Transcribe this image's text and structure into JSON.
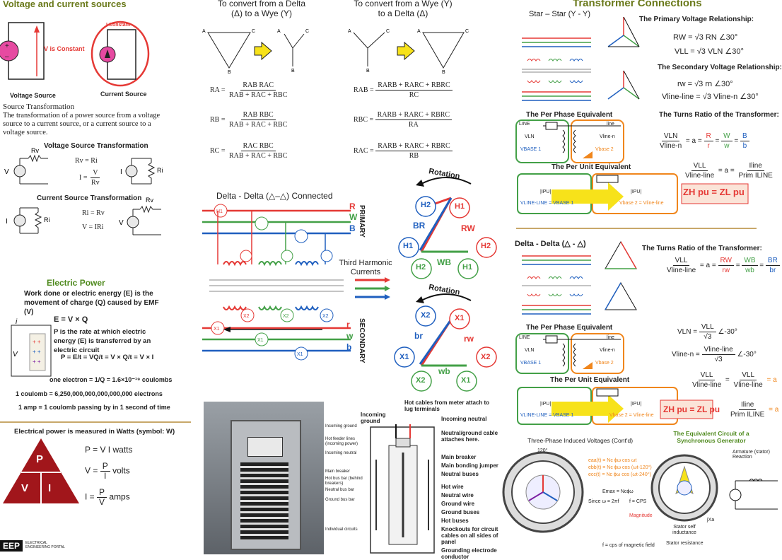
{
  "col1": {
    "title": "Voltage and current sources",
    "v_const": "V is Constant",
    "i_const": "I Constant",
    "vs_label": "Voltage Source",
    "cs_label": "Current Source",
    "st_title": "Source Transformation",
    "st_text": "The transformation of a power source from a voltage source to a current source, or a current source to a voltage source.",
    "vst_title": "Voltage Source Transformation",
    "vst_eq1": "Rv = Ri",
    "vst_eq2a": "I =",
    "vst_eq2n": "V",
    "vst_eq2d": "Rv",
    "cst_title": "Current Source Transformation",
    "cst_eq1": "Ri = Rv",
    "cst_eq2": "V = IRi",
    "ep_title": "Electric Power",
    "ep_text": "Work done or electric energy (E) is the movement of charge (Q) caused by EMF (V)",
    "ep_eq1": "E = V × Q",
    "ep_text2": "P is the rate at which electric energy (E) is transferred by an electric circuit",
    "ep_eq2": "P = E/t = VQ/t = V × Q/t = V × I",
    "electron": "one electron = 1/Q = 1.6×10⁻¹⁹ coulombs",
    "coulomb": "1 coulomb = 6,250,000,000,000,000,000 electrons",
    "amp": "1 amp = 1 coulomb passing by in 1 second of time",
    "watts_text": "Electrical power is measured in Watts (symbol: W)",
    "p_eq": "P = V I watts",
    "v_eq": "V =",
    "v_eq_n": "P",
    "v_eq_d": "I",
    "v_unit": "volts",
    "i_eq": "I =",
    "i_eq_n": "P",
    "i_eq_d": "V",
    "i_unit": "amps",
    "tri_p": "P",
    "tri_v": "V",
    "tri_i": "I",
    "logo": "EEP",
    "logo_sub": "ELECTRICAL ENGINEERING PORTAL"
  },
  "col2": {
    "dw_title": "To convert from a Delta (Δ) to a Wye (Y)",
    "wd_title": "To convert from a Wye (Y) to a Delta (Δ)",
    "ra_lhs": "RA =",
    "ra_n": "RAB RAC",
    "ra_d": "RAB + RAC + RBC",
    "rb_lhs": "RB =",
    "rb_n": "RAB RBC",
    "rb_d": "RAB + RAC + RBC",
    "rc_lhs": "RC =",
    "rc_n": "RAC RBC",
    "rc_d": "RAB + RAC + RBC",
    "rab_lhs": "RAB =",
    "rab_n": "RARB + RARC + RBRC",
    "rab_d": "RC",
    "rbc_lhs": "RBC =",
    "rbc_n": "RARB + RARC + RBRC",
    "rbc_d": "RA",
    "rac_lhs": "RAC =",
    "rac_n": "RARB + RARC + RBRC",
    "rac_d": "RB",
    "dd_title": "Delta - Delta (△–△) Connected",
    "primary": "PRIMARY",
    "secondary": "SECONDARY",
    "third_harmonic": "Third Harmonic Currents",
    "rotation": "Rotation",
    "phase_r": "R",
    "phase_w": "W",
    "phase_b": "B",
    "phase_r2": "r",
    "phase_w2": "w",
    "phase_b2": "b",
    "h1": "H1",
    "h2": "H2",
    "x1": "X1",
    "x2": "X2",
    "br": "BR",
    "rw": "RW",
    "wb": "WB",
    "br2": "br",
    "rw2": "rw",
    "wb2": "wb",
    "panel_labels": [
      "Incoming ground",
      "Hot feeder lines (incoming power)",
      "Incoming neutral",
      "Main breaker",
      "Hot bus bar (behind breakers)",
      "Neutral bus bar",
      "Ground bus bar",
      "Individual circuits"
    ],
    "p2_top": "Hot cables from meter attach to lug terminals",
    "p2_ground": "Incoming ground",
    "p2_labels": [
      "Incoming neutral",
      "Neutral/ground cable attaches here.",
      "Main breaker",
      "Main bonding jumper",
      "Neutral buses",
      "Hot wire",
      "Neutral wire",
      "Ground wire",
      "Ground buses",
      "Hot buses",
      "Knockouts for circuit cables on all sides of panel",
      "Grounding electrode conductor"
    ]
  },
  "col3": {
    "title": "Transformer Connections",
    "star_star": "Star – Star (Y - Y)",
    "pv_rel": "The Primary Voltage Relationship:",
    "pv_eq1": "RW = √3 RN ∠30°",
    "pv_eq2": "VLL = √3 VLN ∠30°",
    "sv_rel": "The Secondary Voltage Relationship:",
    "sv_eq1": "rw = √3 rn ∠30°",
    "sv_eq2": "Vline-line = √3 Vline-n ∠30°",
    "ppe": "The Per Phase Equivalent",
    "turns": "The Turns Ratio of the Transformer:",
    "pue": "The Per Unit Equivalent",
    "line": "LINE",
    "line2": "line",
    "vln": "VLN",
    "vlinen": "Vline-n",
    "vbase1": "VBASE 1",
    "vbase2": "Vbase 2",
    "ipu": "|IPU|",
    "vlinel": "VLINE-LINE = VBASE 1",
    "vbase2eq": "Vbase 2 = Vline-line",
    "zhpu": "ZH pu = ZL pu",
    "tr_a": "= a =",
    "tr_r": "R",
    "tr_rs": "r",
    "tr_w": "W",
    "tr_ws": "w",
    "tr_b": "B",
    "tr_bs": "b",
    "tr2_eq": "= a =",
    "iline": "Iline",
    "primline": "Prim ILINE",
    "vll": "VLL",
    "vlinen2": "Vline-n",
    "vlineline": "Vline-line",
    "dd": "Delta - Delta (△ - △)",
    "dd_tr": "The Turns Ratio of the Transformer:",
    "dd_rw": "RW",
    "dd_rw2": "rw",
    "dd_wb": "WB",
    "dd_wb2": "wb",
    "dd_br": "BR",
    "dd_br2": "br",
    "ppe2": "The Per Phase Equivalent",
    "vln_eq": "VLN =",
    "vln_eq_n": "VLL",
    "vln_eq_d": "√3",
    "ang": "∠-30°",
    "vlinen_eq": "Vline-n =",
    "vlinen_eq_n": "Vline-line",
    "pue2": "The Per Unit Equivalent",
    "eq_a": "= a",
    "three_phase": "Three-Phase Induced Voltages (Cont'd)",
    "eq_circuit": "The Equivalent Circuit of a Synchronous Generator",
    "stator_si": "Stator self inductance",
    "stator_r": "Stator resistance",
    "armature": "Armature (stator) Reaction",
    "formula1": "eaa(t) = Nc ɸω cos ωt",
    "formula2": "ebb(t) = Nc ɸω cos (ωt-120°)",
    "formula3": "ecc(t) = Nc ɸω cos (ωt-240°)",
    "emax": "Emax = Ncɸω",
    "since": "Since ω = 2πf",
    "fcps": "f = CPS",
    "magnitude": "Magnitude",
    "fcps2": "f = cps of magnetic field",
    "deg120": "120°"
  },
  "colors": {
    "red": "#e53935",
    "green": "#43a047",
    "blue": "#1f5fbf",
    "orange": "#f0861c",
    "yellow": "#f7e21a",
    "olive": "#6b7a1c",
    "tan": "#c8a86a",
    "maroon": "#b71c1c"
  }
}
